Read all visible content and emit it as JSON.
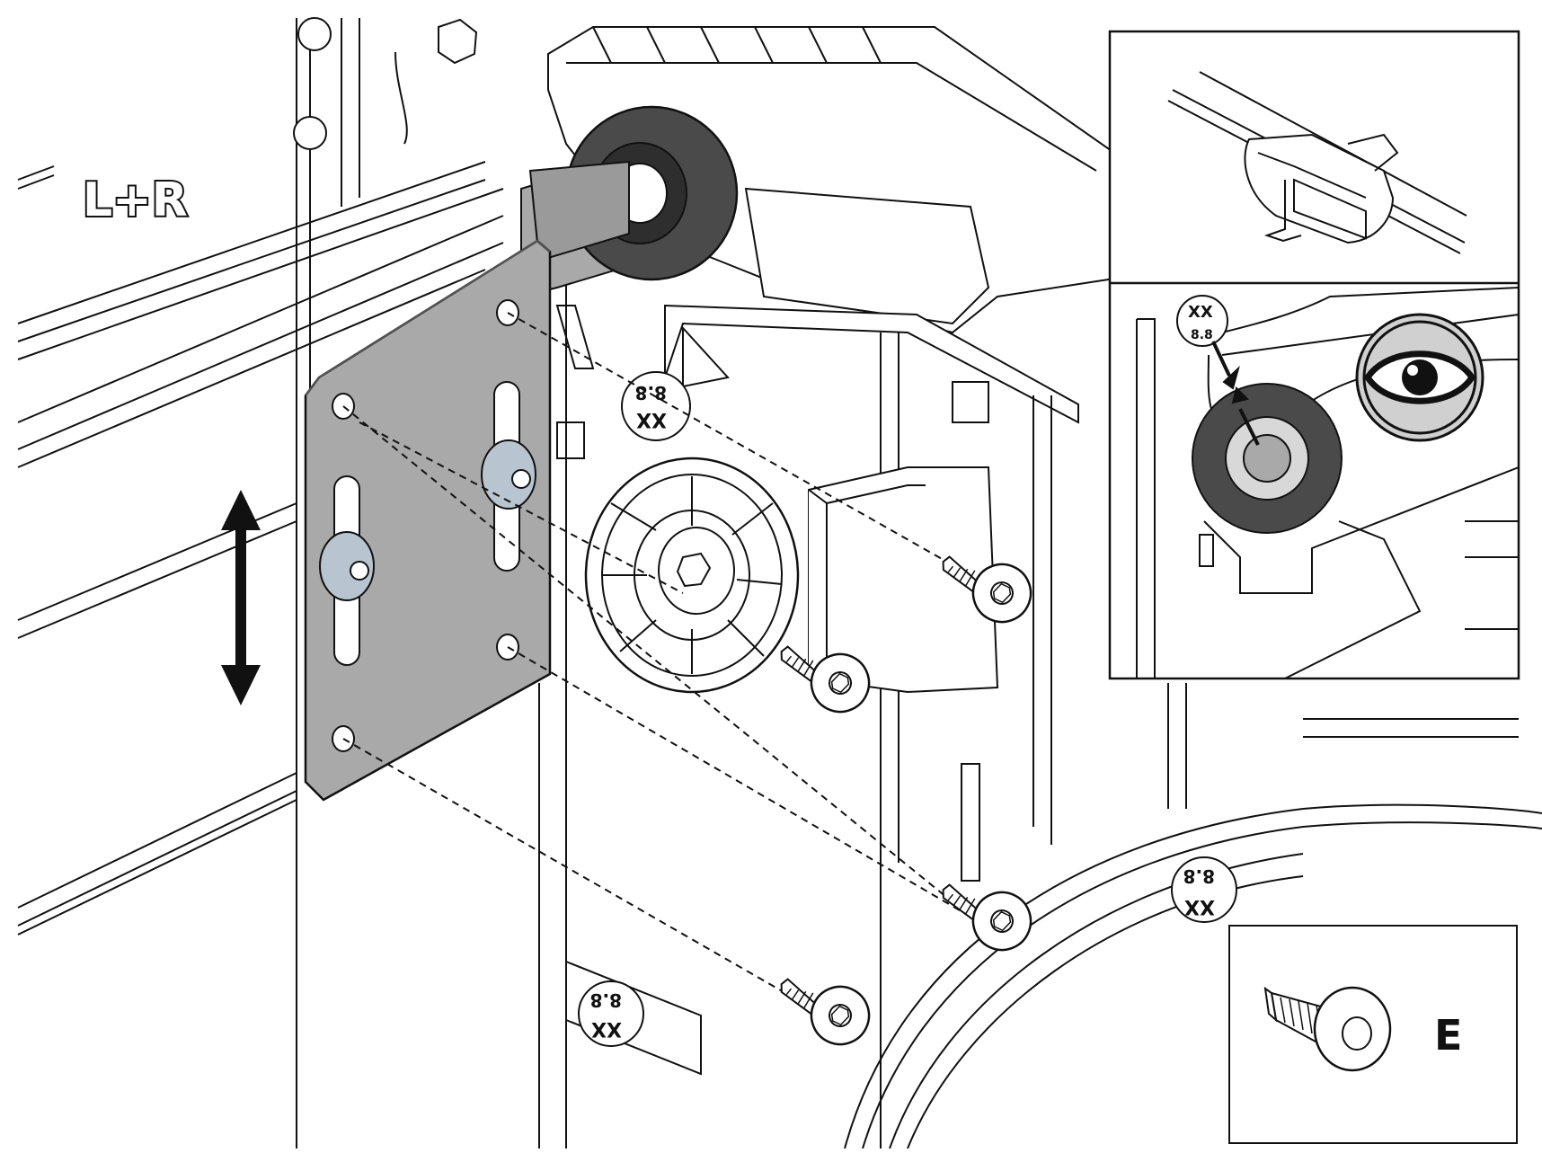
{
  "figure": {
    "side_label": "L+R",
    "fastener_callout_letter": "E",
    "part_stamp_line1": "XX",
    "part_stamp_line2": "8.8",
    "inset_stamp_line1": "XX",
    "inset_stamp_line2": "8.8",
    "icons": {
      "adjust": "double-headed-vertical-arrow",
      "check": "eye-icon"
    },
    "colors": {
      "line": "#111111",
      "plate": "#a9a9a9",
      "roller": "#4a4a4a",
      "shaft": "#8c8c8c",
      "washer": "#b8c4d0"
    }
  }
}
